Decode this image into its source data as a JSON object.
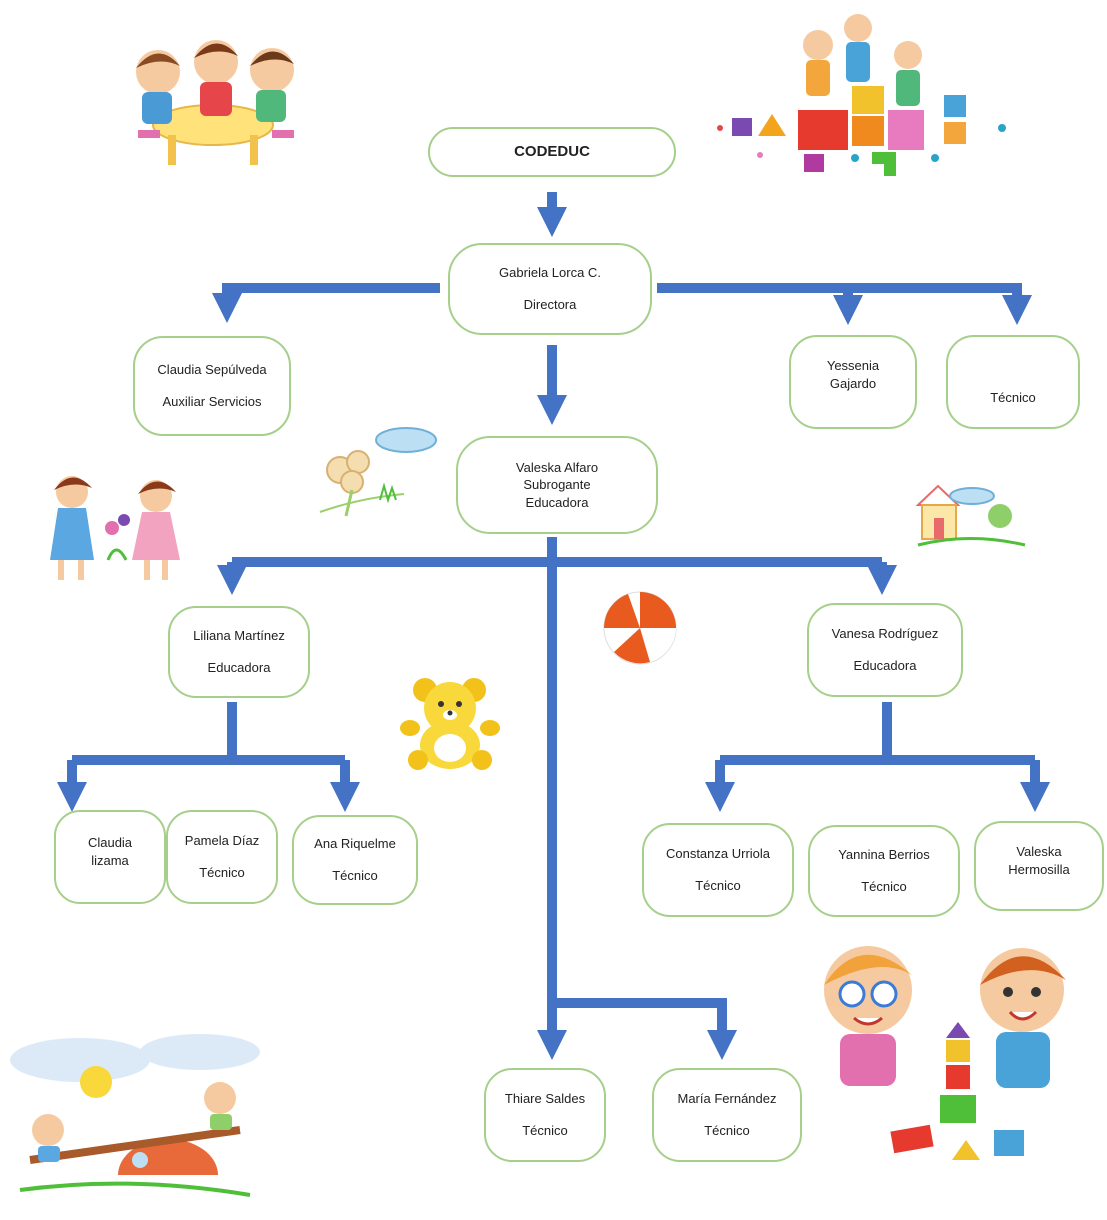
{
  "org": {
    "root": {
      "name": "CODEDUC"
    },
    "director": {
      "name": "Gabriela Lorca C.",
      "role": "Directora"
    },
    "left_staff": {
      "name": "Claudia Sepúlveda",
      "role": "Auxiliar Servicios"
    },
    "right_staff_1": {
      "name": "Yessenia Gajardo"
    },
    "right_staff_2": {
      "role": "Técnico"
    },
    "subrogante": {
      "line1": "Valeska Alfaro",
      "line2": "Subrogante",
      "line3": "Educadora"
    },
    "educadora_left": {
      "name": "Liliana Martínez",
      "role": "Educadora"
    },
    "educadora_right": {
      "name": "Vanesa Rodríguez",
      "role": "Educadora"
    },
    "left_team": [
      {
        "name": "Claudia lizama",
        "role": ""
      },
      {
        "name": "Pamela Díaz",
        "role": "Técnico"
      },
      {
        "name": "Ana Riquelme",
        "role": "Técnico"
      }
    ],
    "right_team": [
      {
        "name": "Constanza Urriola",
        "role": "Técnico"
      },
      {
        "name": "Yannina Berrios",
        "role": "Técnico"
      },
      {
        "name": "Valeska Hermosilla",
        "role": ""
      }
    ],
    "bottom_team": [
      {
        "name": "Thiare Saldes",
        "role": "Técnico"
      },
      {
        "name": "María Fernández",
        "role": "Técnico"
      }
    ]
  },
  "colors": {
    "arrow": "#4472c4",
    "node_border": "#a6cf8c"
  },
  "illustrations": [
    "kids-drawing-table",
    "toy-blocks-kids",
    "girls-painting",
    "flower-drawing",
    "house-drawing",
    "beach-ball",
    "teddy-bear",
    "kids-playing-blocks",
    "seesaw-playground"
  ]
}
